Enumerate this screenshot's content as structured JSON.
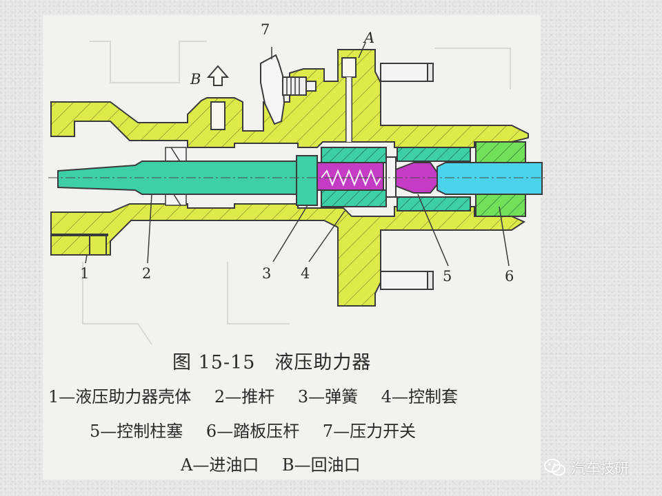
{
  "labels": {
    "n1": "1",
    "n2": "2",
    "n3": "3",
    "n4": "4",
    "n5": "5",
    "n6": "6",
    "n7": "7",
    "a": "A",
    "b": "B"
  },
  "caption": {
    "title": "图 15-15　液压助力器",
    "legend": [
      [
        "1—液压助力器壳体",
        "2—推杆",
        "3—弹簧",
        "4—控制套"
      ],
      [
        "5—控制柱塞",
        "6—踏板压杆",
        "7—压力开关"
      ],
      [
        "A—进油口",
        "B—回油口"
      ]
    ]
  },
  "watermark": {
    "text": "汽车技研"
  },
  "colors": {
    "housing": "#dcea4a",
    "pushrod": "#3ecfa6",
    "control_plunger": "#c43bc4",
    "pedal_rod": "#4ad3ea",
    "pedal_sleeve": "#72e05a",
    "outline": "#3a3a3a"
  }
}
